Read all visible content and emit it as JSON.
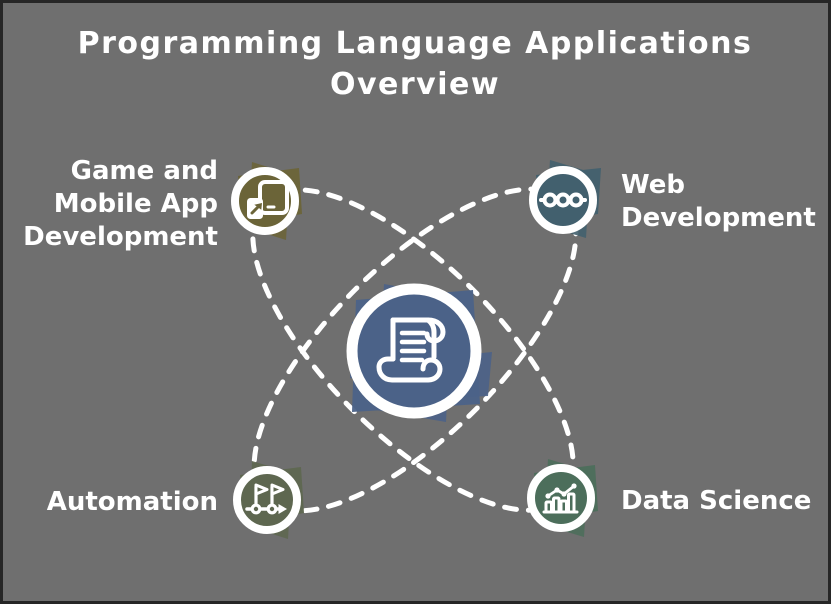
{
  "title": "Programming Language Applications Overview",
  "colors": {
    "background": "#6f6f6f",
    "border": "#262626",
    "text": "#ffffff",
    "connector": "#ffffff",
    "center_fill": "#4b6288",
    "game_mobile_fill": "#6b6438",
    "web_fill": "#42606e",
    "automation_fill": "#5e6750",
    "data_science_fill": "#4c6e5b"
  },
  "center_node": {
    "icon": "scroll-icon"
  },
  "nodes": {
    "game_mobile": {
      "label": "Game and Mobile App Development",
      "icon": "devices-icon"
    },
    "web": {
      "label": "Web Development",
      "icon": "linked-nodes-icon"
    },
    "automation": {
      "label": "Automation",
      "icon": "milestone-flags-icon"
    },
    "data_science": {
      "label": "Data Science",
      "icon": "bar-chart-trend-icon"
    }
  }
}
